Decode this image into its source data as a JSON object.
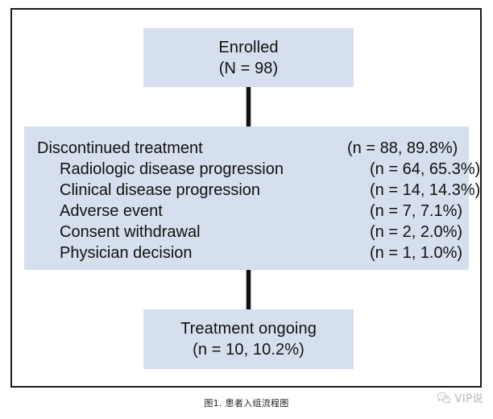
{
  "figure": {
    "caption": "图1. 患者入组流程图",
    "frame_color": "#1a1a1a",
    "box_fill": "#d6dfed",
    "connector_color": "#111111"
  },
  "boxes": {
    "enrolled": {
      "title": "Enrolled",
      "count": "(N = 98)"
    },
    "discontinued": {
      "rows": [
        {
          "label": "Discontinued treatment",
          "stat": "(n = 88, 89.8%)",
          "indented": false
        },
        {
          "label": "Radiologic disease progression",
          "stat": "(n = 64, 65.3%)",
          "indented": true
        },
        {
          "label": "Clinical disease progression",
          "stat": "(n = 14, 14.3%)",
          "indented": true
        },
        {
          "label": "Adverse event",
          "stat": "(n = 7, 7.1%)",
          "indented": true
        },
        {
          "label": "Consent withdrawal",
          "stat": "(n = 2, 2.0%)",
          "indented": true
        },
        {
          "label": "Physician decision",
          "stat": "(n = 1, 1.0%)",
          "indented": true
        }
      ]
    },
    "ongoing": {
      "title": "Treatment ongoing",
      "count": "(n = 10, 10.2%)"
    }
  },
  "watermark": {
    "text": "VIP说",
    "logo_icon": "wechat-logo-icon"
  }
}
